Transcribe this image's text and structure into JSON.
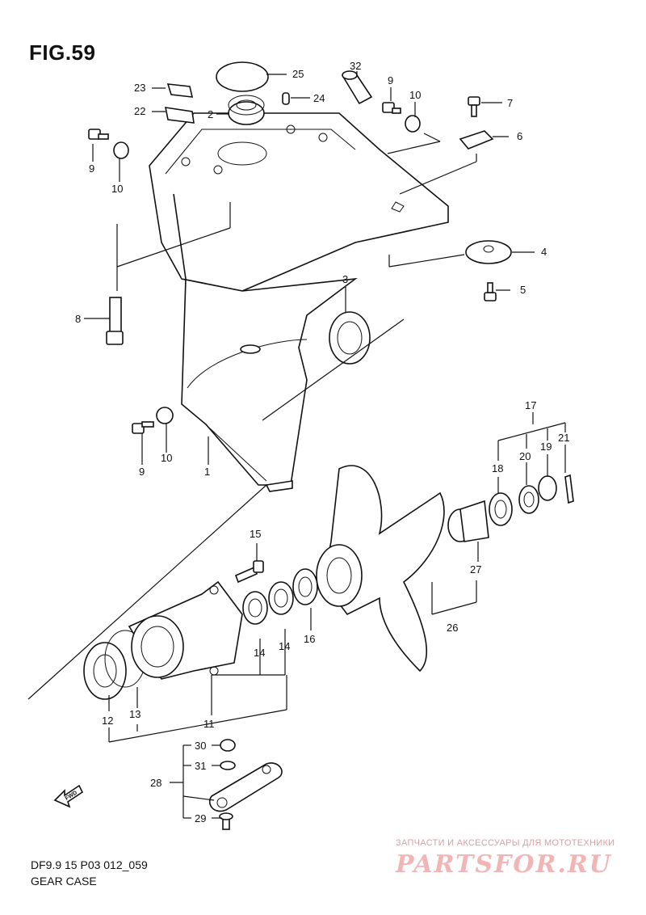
{
  "figure": {
    "title": "FIG.59",
    "code": "DF9.9 15 P03 012_059",
    "caption": "GEAR CASE",
    "fwd_label": "FWD"
  },
  "watermark": {
    "tagline": "ЗАПЧАСТИ И АКСЕССУАРЫ ДЛЯ МОТОТЕХНИКИ",
    "logo": "PARTSFOR.RU"
  },
  "callouts": {
    "c1": "1",
    "c2": "2",
    "c3": "3",
    "c4": "4",
    "c5": "5",
    "c6": "6",
    "c7": "7",
    "c8": "8",
    "c9a": "9",
    "c9b": "9",
    "c9c": "9",
    "c10a": "10",
    "c10b": "10",
    "c10c": "10",
    "c11": "11",
    "c12": "12",
    "c13": "13",
    "c14a": "14",
    "c14b": "14",
    "c15": "15",
    "c16": "16",
    "c17": "17",
    "c18": "18",
    "c19": "19",
    "c20": "20",
    "c21": "21",
    "c22": "22",
    "c23": "23",
    "c24": "24",
    "c25": "25",
    "c26": "26",
    "c27": "27",
    "c28": "28",
    "c29": "29",
    "c30": "30",
    "c31": "31",
    "c32": "32"
  }
}
